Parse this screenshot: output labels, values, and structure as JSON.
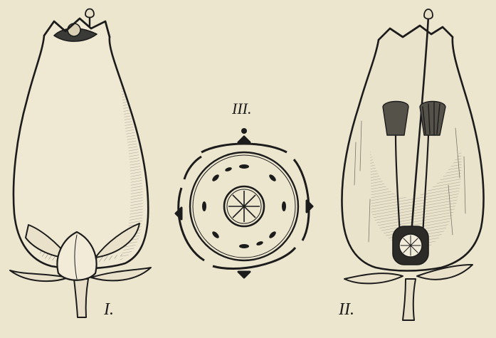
{
  "figure": {
    "panel_labels": {
      "one": "I.",
      "two": "II.",
      "three": "III."
    },
    "colors": {
      "paper": "#ede6cf",
      "ink": "#1c1c1c",
      "shade": "#8a8478"
    }
  }
}
